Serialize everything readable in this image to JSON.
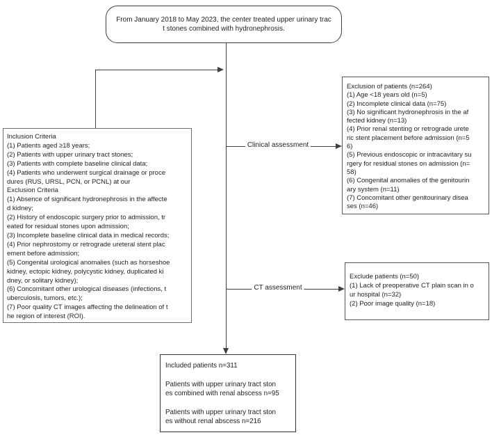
{
  "flowchart": {
    "start": {
      "text": "From January 2018 to May 2023, the center treated upper urinary trac\nt stones combined with hydronephrosis."
    },
    "criteria": {
      "text": "Inclusion Criteria\n(1) Patients aged ≥18 years;\n(2) Patients with upper urinary tract stones;\n(3) Patients with complete baseline clinical data;\n(4) Patients who underwent surgical drainage or proce\ndures (RUS, URSL, PCN, or PCNL) at our\nExclusion Criteria\n(1) Absence of significant hydronephrosis in the affecte\nd kidney;\n(2) History of endoscopic surgery prior to admission, tr\neated for residual stones upon admission;\n(3) Incomplete baseline clinical data in medical records;\n(4) Prior nephrostomy or retrograde ureteral stent plac\nement before admission;\n(5) Congenital urological anomalies (such as horseshoe\nkidney, ectopic kidney, polycystic kidney, duplicated ki\ndney, or solitary kidney);\n(6) Concomitant other urological diseases (infections, t\nuberculosis, tumors, etc.);\n(7) Poor quality CT images affecting the delineation of t\nhe region of interest (ROI)."
    },
    "clinical_assessment_label": "Clinical assessment",
    "clinical_exclusion": {
      "text": "Exclusion of patients (n=264)\n(1) Age <18 years old (n=5)\n(2) Incomplete clinical data (n=75)\n(3) No significant hydronephrosis in the af\nfected kidney (n=13)\n(4) Prior renal stenting or retrograde urete\nric stent placement before admission (n=5\n6)\n(5) Previous endoscopic or intracavitary su\nrgery for residual stones on admission (n=\n58)\n(6) Congenital anomalies of the genitourin\nary system (n=11)\n(7) Concomitant other genitourinary disea\nses (n=46)"
    },
    "ct_assessment_label": "CT assessment",
    "ct_exclusion": {
      "text": "Exclude patients (n=50)\n(1) Lack of preoperative CT plain scan in o\nur hospital (n=32)\n(2) Poor image quality (n=18)"
    },
    "included": {
      "text": "Included patients n=311\n\nPatients with upper urinary tract ston\nes combined with renal abscess n=95\n\nPatients with upper urinary tract ston\nes without renal abscess n=216"
    }
  },
  "colors": {
    "line": "#3f3f3f",
    "text": "#1f1f1f",
    "box_border": "#555555",
    "background": "#ffffff"
  }
}
